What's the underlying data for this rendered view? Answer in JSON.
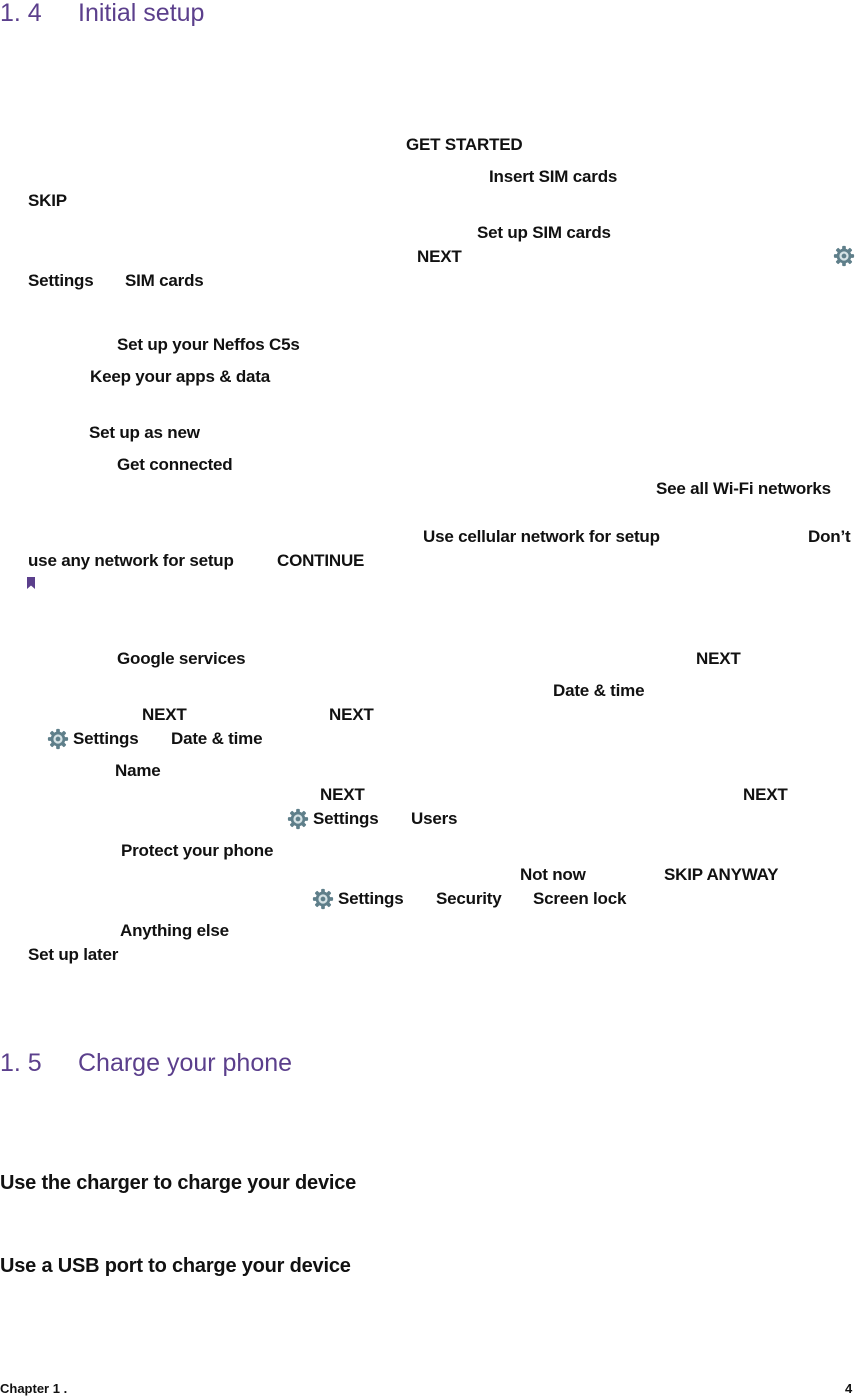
{
  "section_1_4": {
    "number": "1. 4",
    "title": "Initial setup"
  },
  "steps": {
    "get_started": "GET STARTED",
    "insert_sim_cards": "Insert SIM cards",
    "skip": "SKIP",
    "set_up_sim_cards": "Set up SIM cards",
    "next_1": "NEXT",
    "settings_1": "Settings",
    "sim_cards": "SIM cards",
    "set_up_your_phone": "Set up your Neffos C5s",
    "keep_apps_data": "Keep your apps & data",
    "set_up_as_new": "Set up as new",
    "get_connected": "Get connected",
    "see_all_wifi": "See all Wi-Fi networks",
    "use_cellular": "Use cellular network for setup",
    "dont_use_a": "Don’t",
    "dont_use_b": "use any network for setup",
    "continue": "CONTINUE",
    "google_services": "Google services",
    "next_2": "NEXT",
    "date_time_1": "Date & time",
    "next_3": "NEXT",
    "next_4": "NEXT",
    "settings_2": "Settings",
    "date_time_2": "Date & time",
    "name": "Name",
    "next_5": "NEXT",
    "next_6": "NEXT",
    "settings_3": "Settings",
    "users": "Users",
    "protect_phone": "Protect your phone",
    "not_now": "Not now",
    "skip_anyway": "SKIP ANYWAY",
    "settings_4": "Settings",
    "security": "Security",
    "screen_lock": "Screen lock",
    "anything_else": "Anything else",
    "set_up_later": "Set up later"
  },
  "section_1_5": {
    "number": "1. 5",
    "title": "Charge your phone",
    "charger": "Use the charger to charge your device",
    "usb": "Use a USB port to charge your device"
  },
  "footer": {
    "chapter": "Chapter 1 .",
    "page": "4"
  },
  "icons": {
    "settings": "gear-icon",
    "note": "bookmark-icon"
  },
  "colors": {
    "heading": "#5b3f8c",
    "gear": "#5f7f8a"
  }
}
